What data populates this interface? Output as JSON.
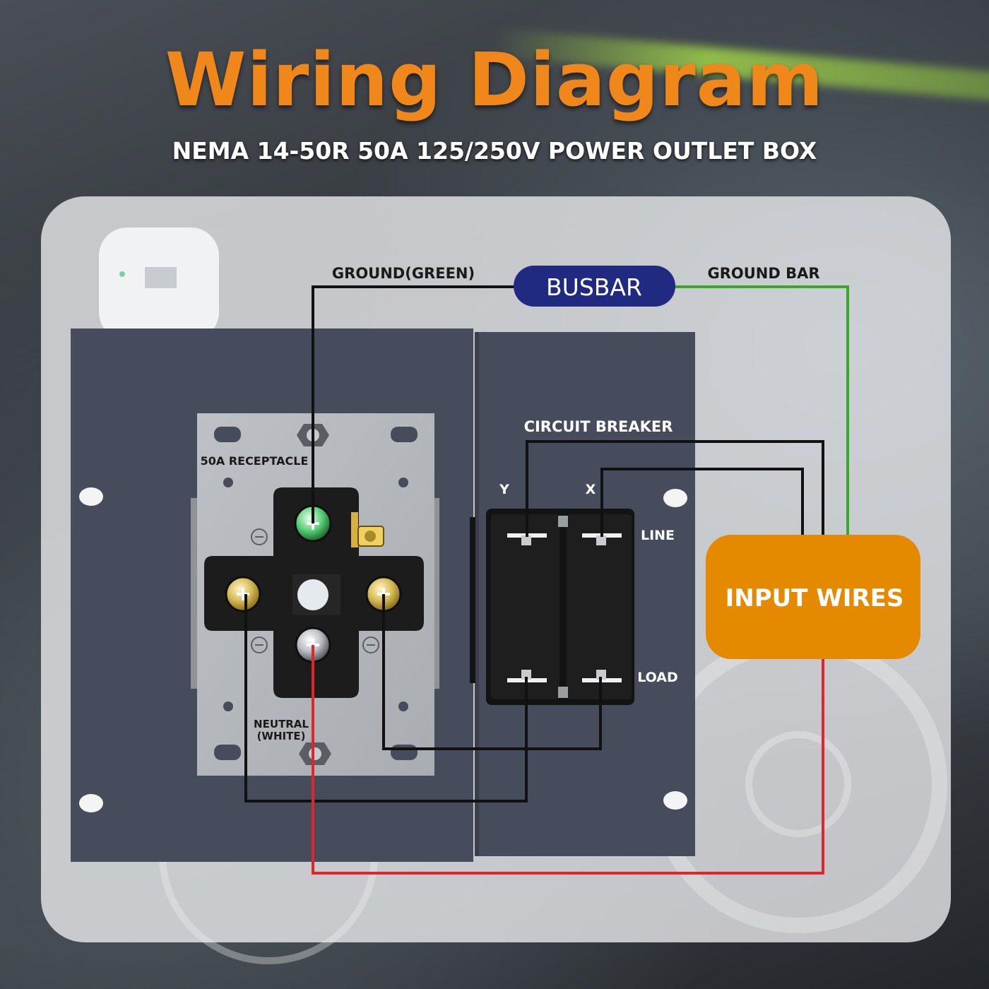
{
  "header": {
    "title": "Wiring Diagram",
    "subtitle": "NEMA 14-50R 50A 125/250V POWER OUTLET BOX"
  },
  "diagram": {
    "busbar_label": "BUSBAR",
    "ground_green_label": "GROUND(GREEN)",
    "ground_bar_label": "GROUND BAR",
    "receptacle_label": "50A RECEPTACLE",
    "neutral_label_line1": "NEUTRAL",
    "neutral_label_line2": "(WHITE)",
    "circuit_breaker_label": "CIRCUIT BREAKER",
    "y_label": "Y",
    "x_label": "X",
    "line_label": "LINE",
    "load_label": "LOAD",
    "input_wires_label": "INPUT WIRES"
  },
  "colors": {
    "title_orange": "#f0871a",
    "busbar_navy": "#1f2a80",
    "input_box_orange": "#e58900",
    "ground_wire_green": "#3aa62a",
    "hot_wire_red": "#e0262a",
    "wire_black": "#111111",
    "panel_slate": "#474c5c"
  }
}
